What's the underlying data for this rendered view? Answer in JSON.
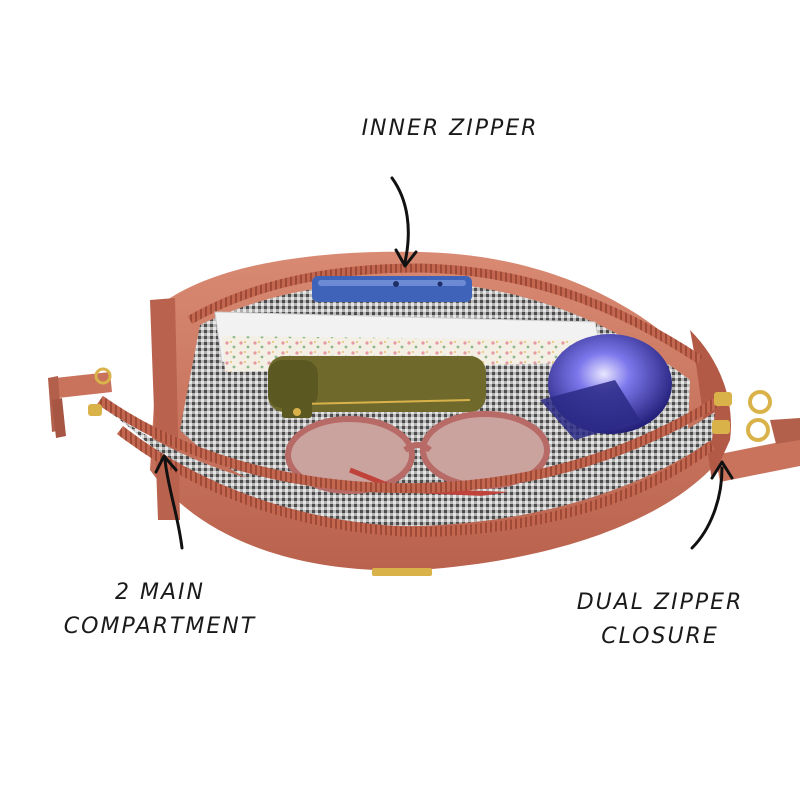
{
  "callouts": {
    "inner_zipper": "INNER ZIPPER",
    "main_compartment_line1": "2 MAIN",
    "main_compartment_line2": "COMPARTMENT",
    "dual_zipper_line1": "DUAL ZIPPER",
    "dual_zipper_line2": "CLOSURE"
  },
  "colors": {
    "bag_leather": "#c9735d",
    "bag_leather_dark": "#a85644",
    "zipper_tape": "#c2664f",
    "lining_check": "#8c8c8c",
    "hardware_gold": "#d9b24a",
    "phone_blue": "#3f63b8",
    "pouch_olive": "#6f6a2c",
    "bottle_purple": "#3c3aa8",
    "sunglasses_pink": "#b86a66"
  },
  "icons": [
    "curved-arrow-icon"
  ]
}
